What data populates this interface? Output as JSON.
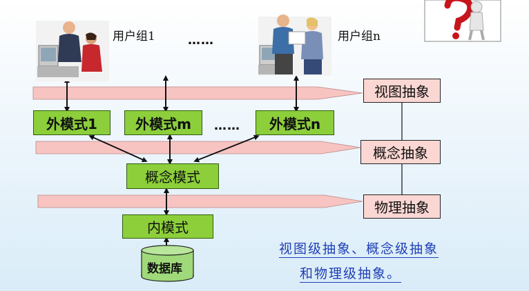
{
  "user_groups": {
    "group1_label": "用户组1",
    "groupn_label": "用户组n",
    "ellipsis": "……"
  },
  "external_schemas": {
    "schema1": "外模式1",
    "schemam": "外模式m",
    "scheman": "外模式n",
    "ellipsis": "……"
  },
  "conceptual_schema": "概念模式",
  "internal_schema": "内模式",
  "database": "数据库",
  "abstractions": {
    "view": "视图抽象",
    "concept": "概念抽象",
    "physical": "物理抽象"
  },
  "note": {
    "line1": "视图级抽象、概念级抽象",
    "line2": "和物理级抽象。"
  },
  "colors": {
    "green_box": "#8ccf3b",
    "pink_box": "#fbd7d3",
    "arrow_band": "#f7c4c1",
    "cylinder": "#9fd97a",
    "note_text": "#1f3fb5"
  }
}
